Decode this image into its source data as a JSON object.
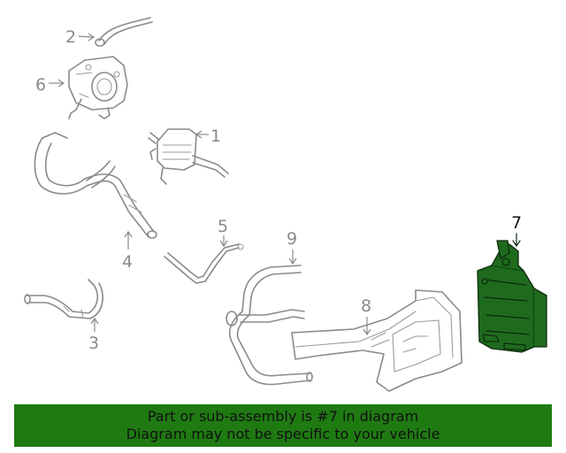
{
  "callouts": {
    "c1": "1",
    "c2": "2",
    "c3": "3",
    "c4": "4",
    "c5": "5",
    "c6": "6",
    "c7": "7",
    "c8": "8",
    "c9": "9"
  },
  "highlighted_part": "7",
  "colors": {
    "part_stroke": "#8a8a8a",
    "highlight_fill": "#1e6b1e",
    "banner_bg": "#1f7a12"
  },
  "banner": {
    "line1": "Part or sub-assembly is #7 in diagram",
    "line2": "Diagram may not be specific to your vehicle"
  }
}
